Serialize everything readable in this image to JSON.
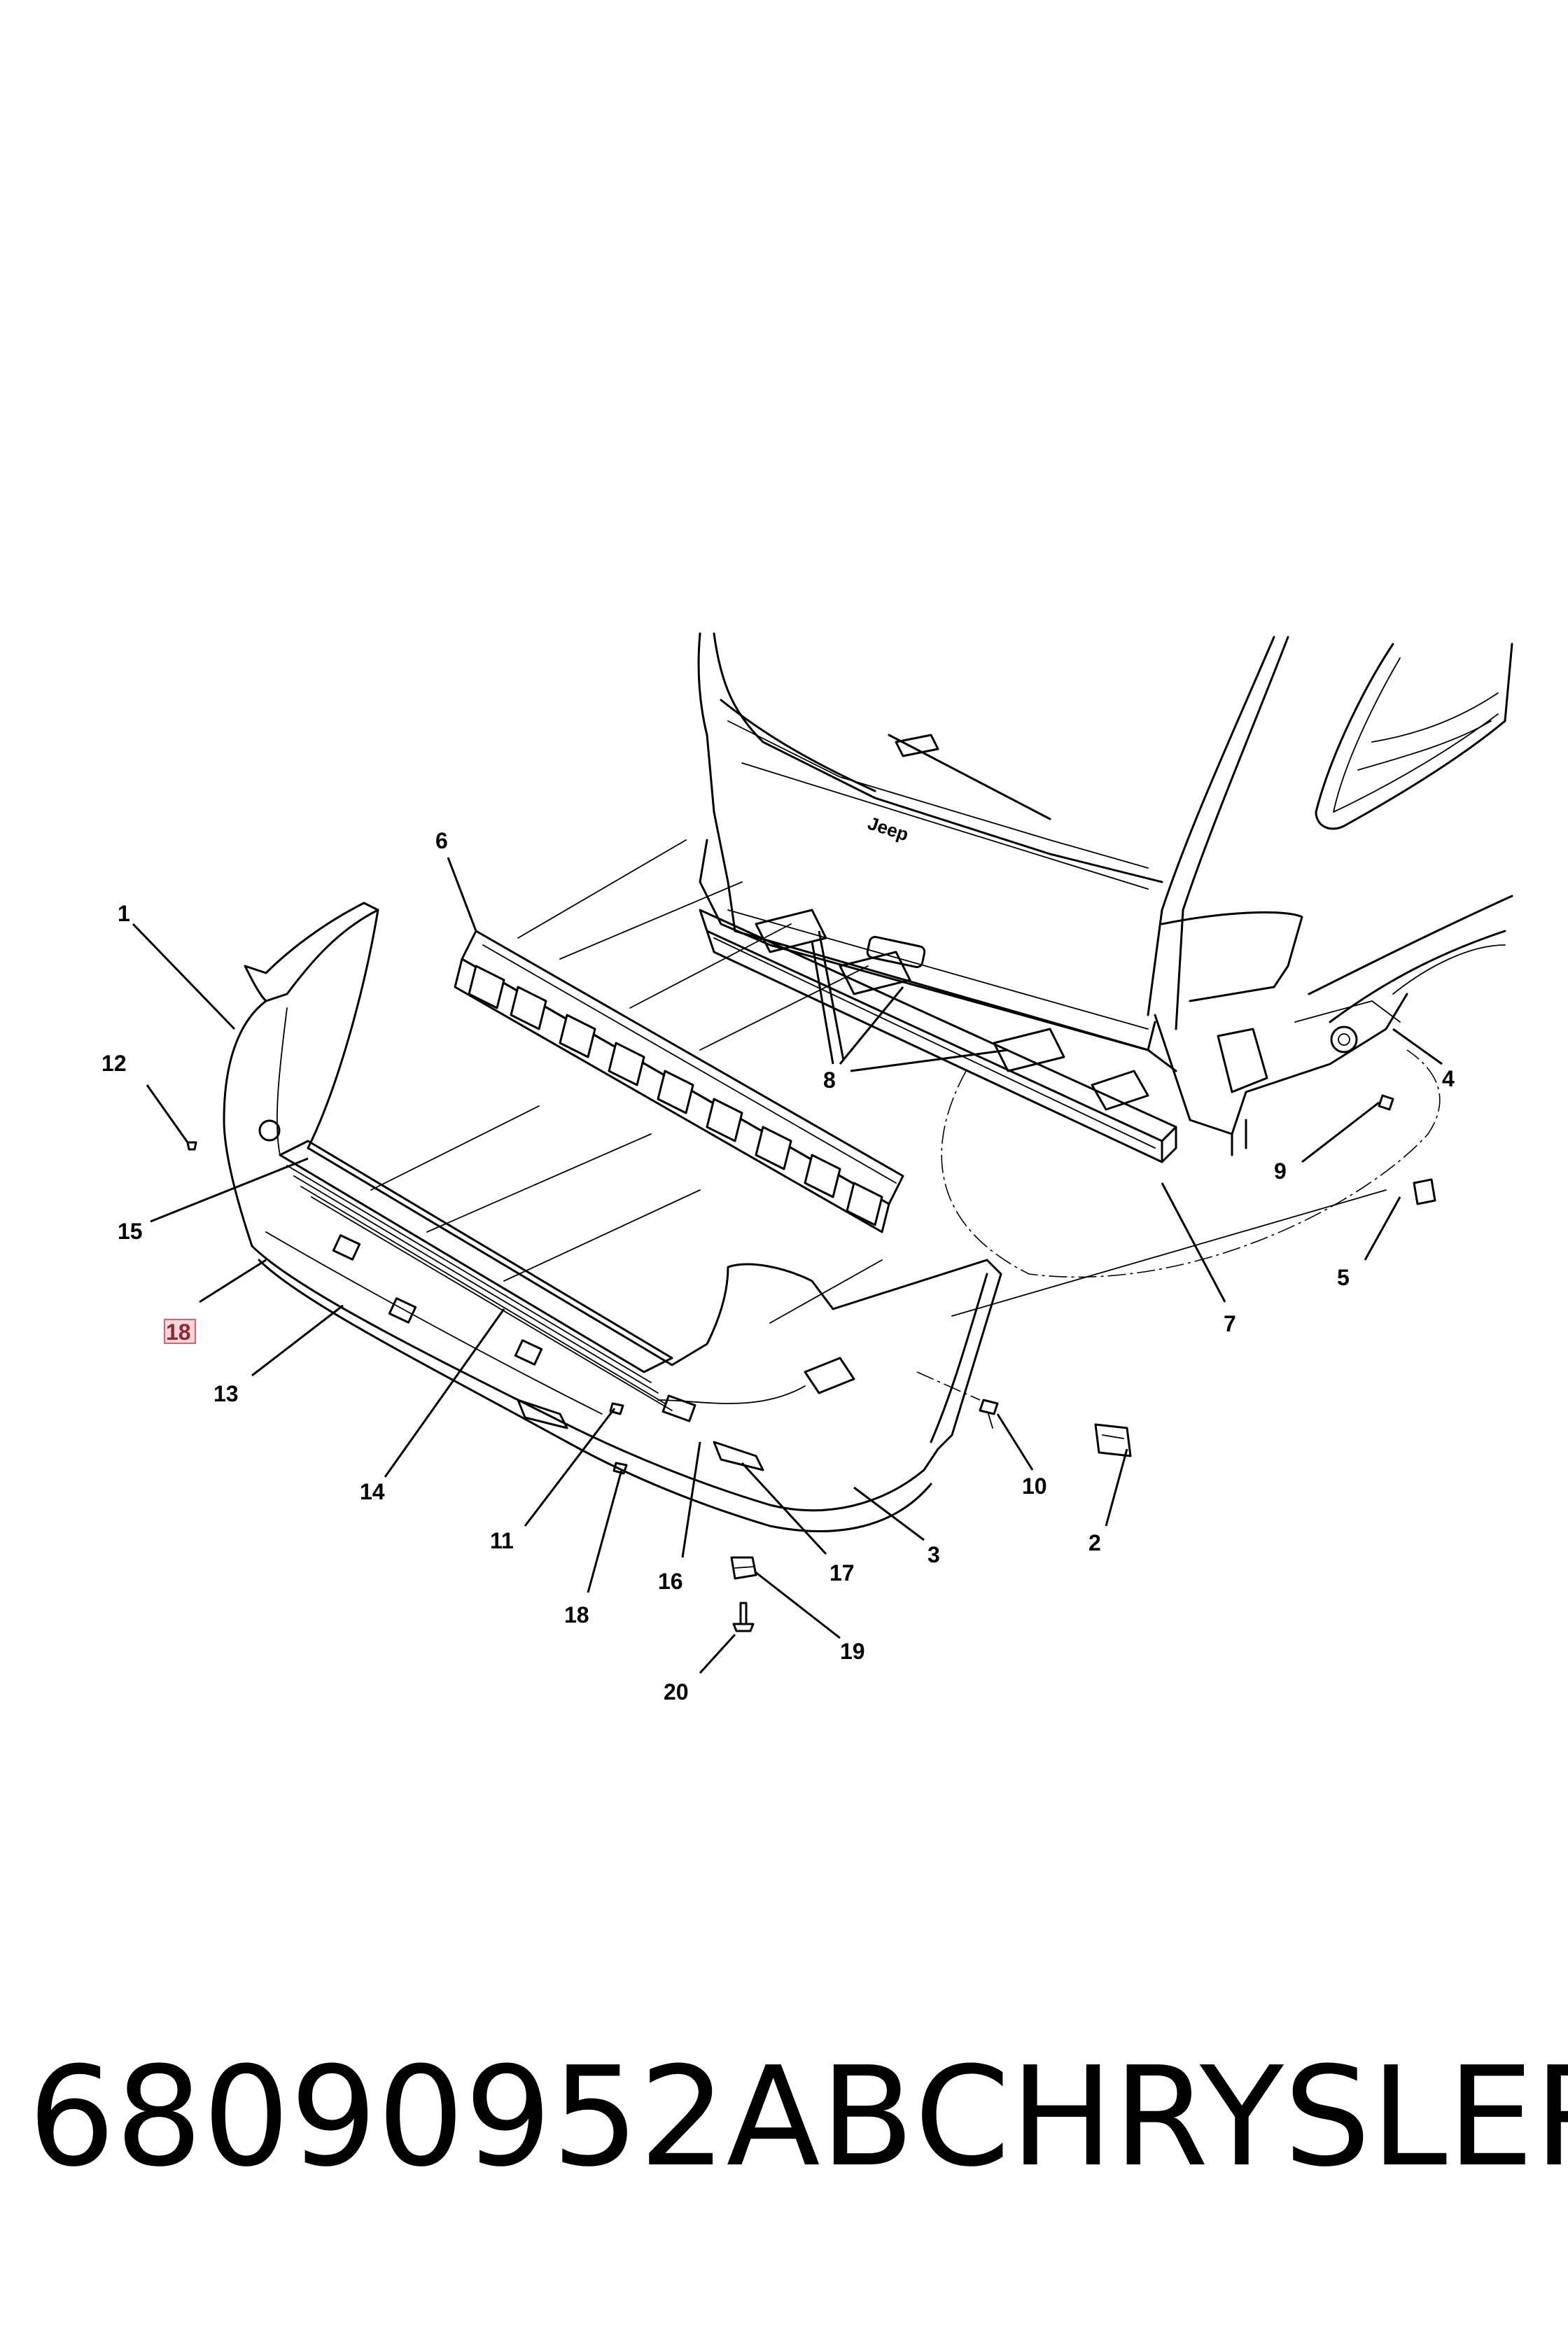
{
  "callouts": [
    {
      "id": "1",
      "label": "1"
    },
    {
      "id": "2",
      "label": "2"
    },
    {
      "id": "3",
      "label": "3"
    },
    {
      "id": "4",
      "label": "4"
    },
    {
      "id": "5",
      "label": "5"
    },
    {
      "id": "6",
      "label": "6"
    },
    {
      "id": "7",
      "label": "7"
    },
    {
      "id": "8",
      "label": "8"
    },
    {
      "id": "9",
      "label": "9"
    },
    {
      "id": "10",
      "label": "10"
    },
    {
      "id": "11",
      "label": "11"
    },
    {
      "id": "12",
      "label": "12"
    },
    {
      "id": "13",
      "label": "13"
    },
    {
      "id": "14",
      "label": "14"
    },
    {
      "id": "15",
      "label": "15"
    },
    {
      "id": "16",
      "label": "16"
    },
    {
      "id": "17",
      "label": "17"
    },
    {
      "id": "18a",
      "label": "18",
      "highlighted": true
    },
    {
      "id": "18b",
      "label": "18"
    },
    {
      "id": "19",
      "label": "19"
    },
    {
      "id": "20",
      "label": "20"
    }
  ],
  "vehicle_badge": "Jeep",
  "footer": {
    "part_number": "68090952AB",
    "brand": "CHRYSLER"
  },
  "colors": {
    "line": "#000000",
    "highlight": "#e06070",
    "background": "#ffffff"
  }
}
